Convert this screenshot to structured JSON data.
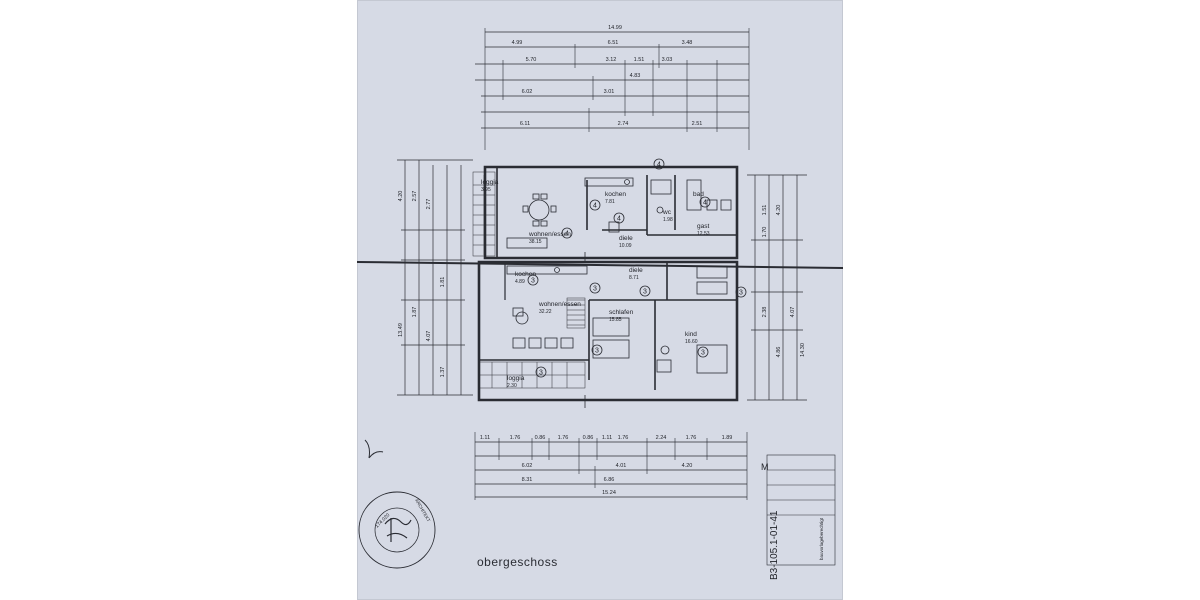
{
  "drawing": {
    "title": "obergeschoss",
    "plan_number": "B3-105.1-01-41",
    "scale_mark": "M",
    "stamp_lines": [
      "174.020",
      "ARCHITEKT"
    ],
    "dims_top": [
      "14.99",
      "4.99",
      "6.51",
      "3.48",
      "5.70",
      "3.12",
      "1.51",
      "3.03",
      "6.02",
      "4.83",
      "3.01",
      "6.11",
      "2.74",
      "2.51"
    ],
    "dims_bottom": [
      "1.11",
      "1.76",
      "0.86",
      "1.76",
      "0.86",
      "1.11",
      "1.76",
      "2.24",
      "1.76",
      "1.89",
      "6.02",
      "4.01",
      "4.20",
      "8.31",
      "6.86",
      "15.24"
    ],
    "dims_left": [
      "4.20",
      "2.57",
      "2.77",
      "1.81",
      "13.49",
      "1.87",
      "4.07",
      "1.37"
    ],
    "dims_right": [
      "1.51",
      "4.20",
      "2.38",
      "4.07",
      "4.86",
      "14.30",
      "1.70"
    ],
    "unit_numbers": [
      "4",
      "3"
    ],
    "rooms": [
      {
        "name": "loggia",
        "area": "3.95"
      },
      {
        "name": "kochen",
        "area": "7.81"
      },
      {
        "name": "wc",
        "area": "1.98"
      },
      {
        "name": "bad",
        "area": ""
      },
      {
        "name": "gast",
        "area": "12.53"
      },
      {
        "name": "wohnen/essen",
        "area": "38.15"
      },
      {
        "name": "diele",
        "area": "10.09"
      },
      {
        "name": "kochen",
        "area": "4.89"
      },
      {
        "name": "diele",
        "area": "8.71"
      },
      {
        "name": "wohnen/essen",
        "area": "32.22"
      },
      {
        "name": "schlafen",
        "area": "15.85"
      },
      {
        "name": "kind",
        "area": "16.60"
      },
      {
        "name": "loggia",
        "area": "2.30"
      }
    ],
    "stamp_text": "bauvorlageberechtigt"
  }
}
